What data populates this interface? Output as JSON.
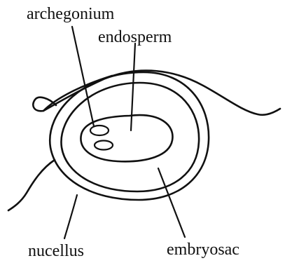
{
  "diagram": {
    "labels": {
      "archegonium": "archegonium",
      "endosperm": "endosperm",
      "nucellus": "nucellus",
      "embryosac": "embryosac"
    }
  }
}
